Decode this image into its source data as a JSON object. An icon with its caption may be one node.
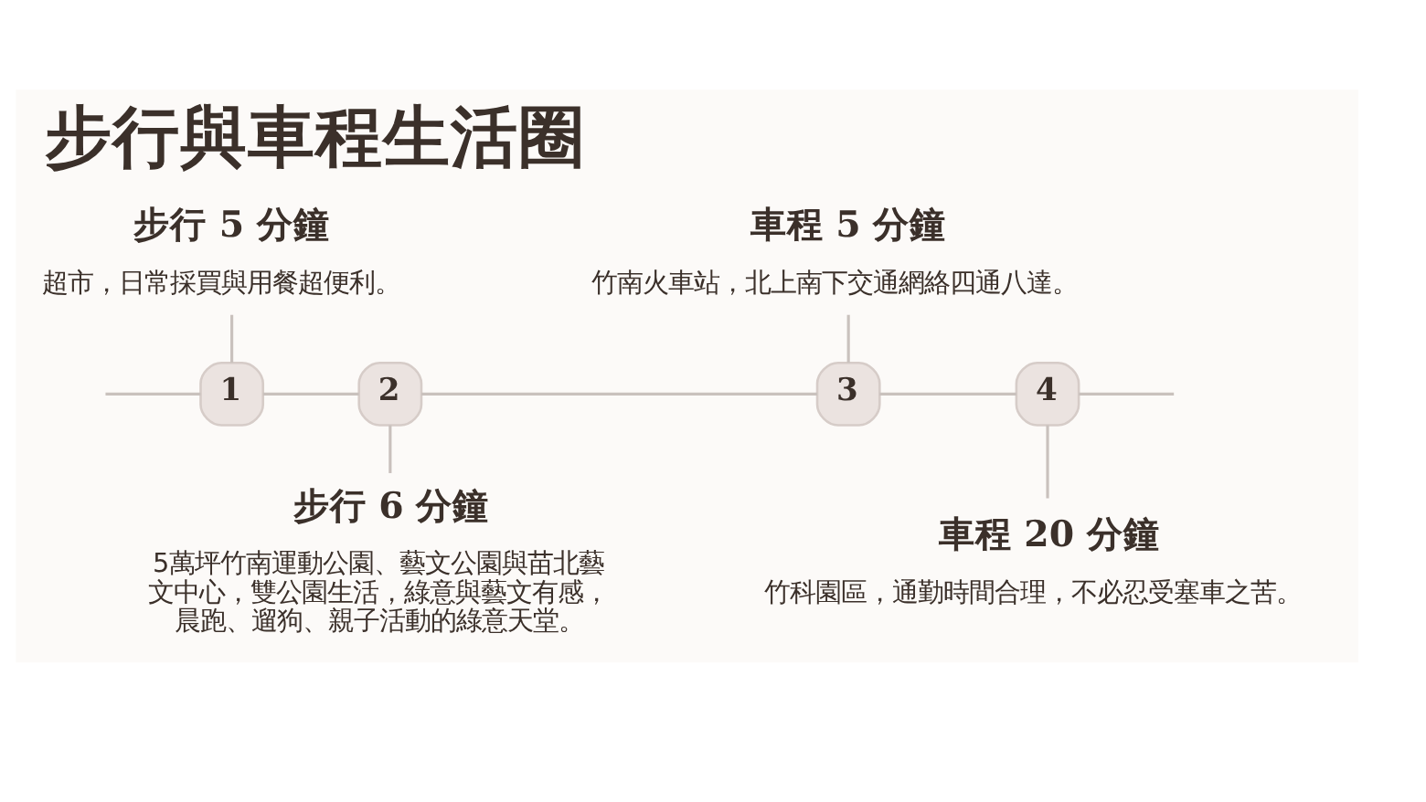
{
  "diagram": {
    "title": "步行與車程生活圈",
    "nodes": [
      {
        "text": [
          "1"
        ]
      },
      {
        "text": [
          "步行 5 分鐘",
          "超市，日常採買與用餐超便利。"
        ]
      },
      {
        "text": [
          "2"
        ]
      },
      {
        "text": [
          "步行 6 分鐘",
          "5萬坪竹南運動公園、藝文公園與苗北藝文中心，雙公園生活，綠意與藝文有感，晨跑、遛狗、親子活動的綠意天堂。"
        ]
      },
      {
        "text": [
          "3"
        ]
      },
      {
        "text": [
          "車程 5 分鐘",
          "竹南火車站，北上南下交通網絡四通八達。"
        ]
      },
      {
        "text": [
          "4"
        ]
      },
      {
        "text": [
          "車程 20 分鐘",
          "竹科園區，通勤時間合理，不必忍受塞車之苦。"
        ]
      }
    ],
    "edges": [
      {
        "from": null,
        "to": 0,
        "arrow": "none"
      },
      {
        "from": 0,
        "to": 1,
        "arrow": "none"
      },
      {
        "from": 0,
        "to": 2,
        "arrow": "none"
      },
      {
        "from": 2,
        "to": 3,
        "arrow": "none"
      },
      {
        "from": 2,
        "to": 4,
        "arrow": "none"
      },
      {
        "from": 4,
        "to": 5,
        "arrow": "none"
      },
      {
        "from": 4,
        "to": 6,
        "arrow": "none"
      },
      {
        "from": 6,
        "to": 7,
        "arrow": "none"
      },
      {
        "from": 6,
        "to": null,
        "arrow": "none"
      }
    ]
  }
}
